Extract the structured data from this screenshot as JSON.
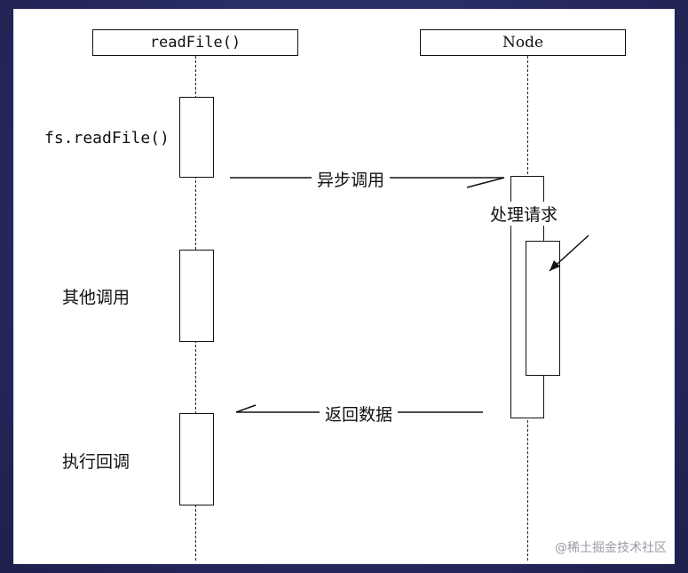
{
  "actors": {
    "left": "readFile()",
    "right": "Node"
  },
  "labels": {
    "fs_readfile": "fs.readFile()",
    "other_calls": "其他调用",
    "exec_callback": "执行回调",
    "handle_request": "处理请求"
  },
  "messages": {
    "async_call": "异步调用",
    "return_data": "返回数据"
  },
  "watermark": "@稀土掘金技术社区"
}
